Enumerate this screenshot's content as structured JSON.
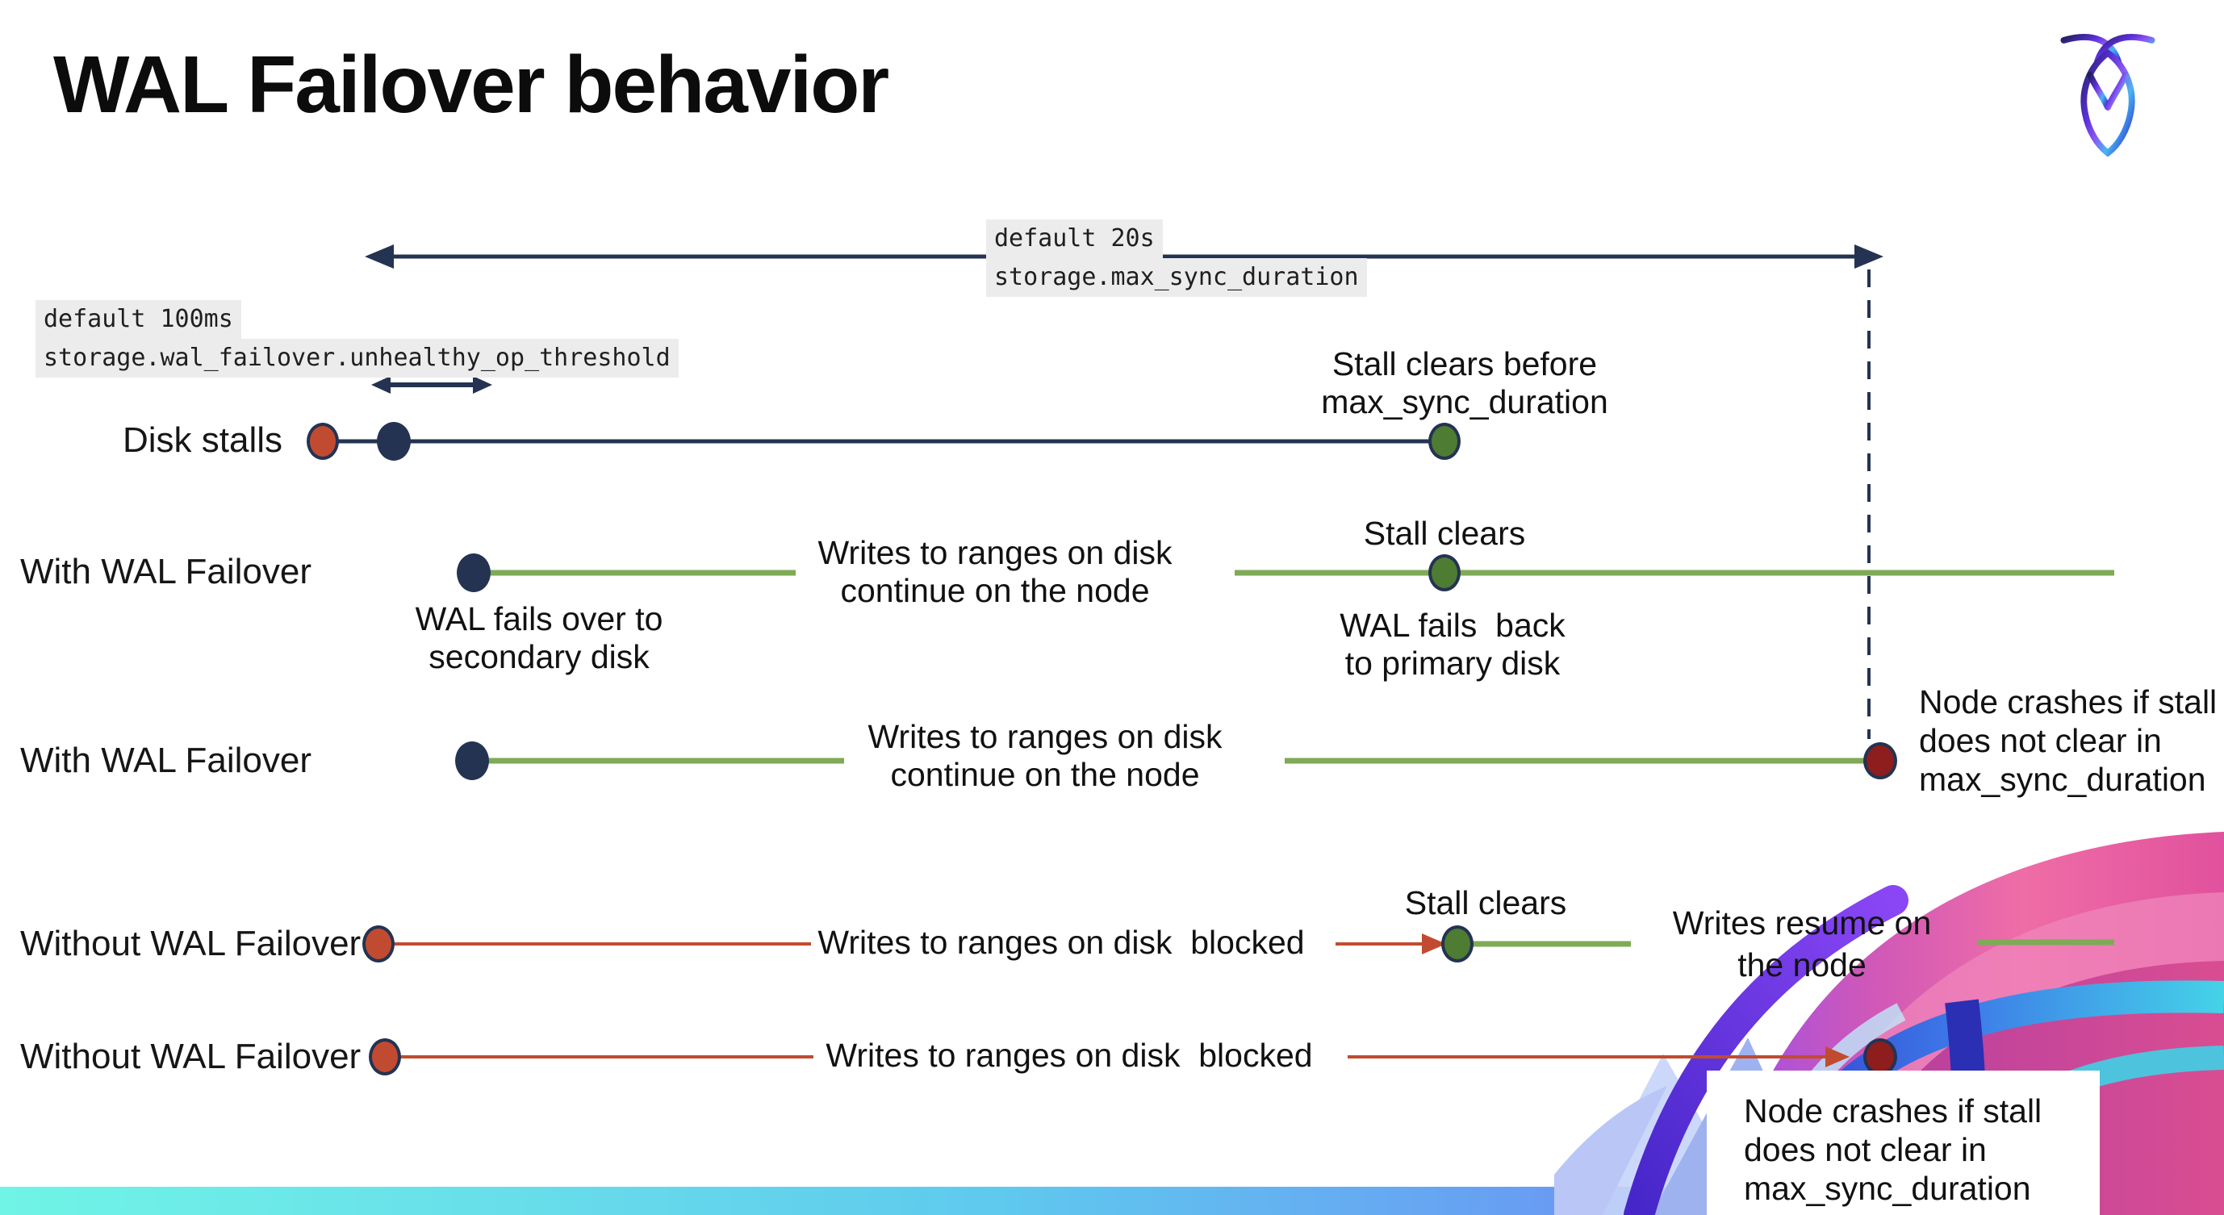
{
  "page": {
    "title": "WAL Failover behavior"
  },
  "settings_callouts": {
    "max_sync_duration": {
      "default_label": "default 20s",
      "setting_name": "storage.max_sync_duration"
    },
    "unhealthy_op_threshold": {
      "default_label": "default 100ms",
      "setting_name": "storage.wal_failover.unhealthy_op_threshold"
    }
  },
  "rows": {
    "disk_stalls": {
      "label": "Disk stalls",
      "stall_clears_note": "Stall clears before\nmax_sync_duration"
    },
    "with_wal_1": {
      "label": "With WAL Failover",
      "failover_note": "WAL fails over to\nsecondary disk",
      "writes_note": "Writes to ranges on disk\ncontinue on the node",
      "stall_clears_note": "Stall clears",
      "failback_note": "WAL fails  back\nto primary disk"
    },
    "with_wal_2": {
      "label": "With WAL Failover",
      "writes_note": "Writes to ranges on disk\ncontinue on the node",
      "crash_note": "Node crashes if stall\ndoes not clear in\nmax_sync_duration"
    },
    "without_wal_1": {
      "label": "Without WAL Failover",
      "writes_note": "Writes to ranges on disk  blocked",
      "stall_clears_note": "Stall clears",
      "resume_note": "Writes resume on\nthe node"
    },
    "without_wal_2": {
      "label": "Without WAL Failover",
      "writes_note": "Writes to ranges on disk  blocked",
      "crash_note": "Node crashes if stall\ndoes not clear in\nmax_sync_duration"
    }
  },
  "colors": {
    "navy": "#243352",
    "line_green": "#7faa56",
    "dot_green": "#4e7c33",
    "line_red": "#c14b30",
    "dot_maroon": "#8e1d1d",
    "code_bg": "#ececec",
    "bar_gradient_start": "#70f4e6",
    "bar_gradient_mid": "#5fc9ee",
    "bar_gradient_end": "#6b8df5"
  }
}
